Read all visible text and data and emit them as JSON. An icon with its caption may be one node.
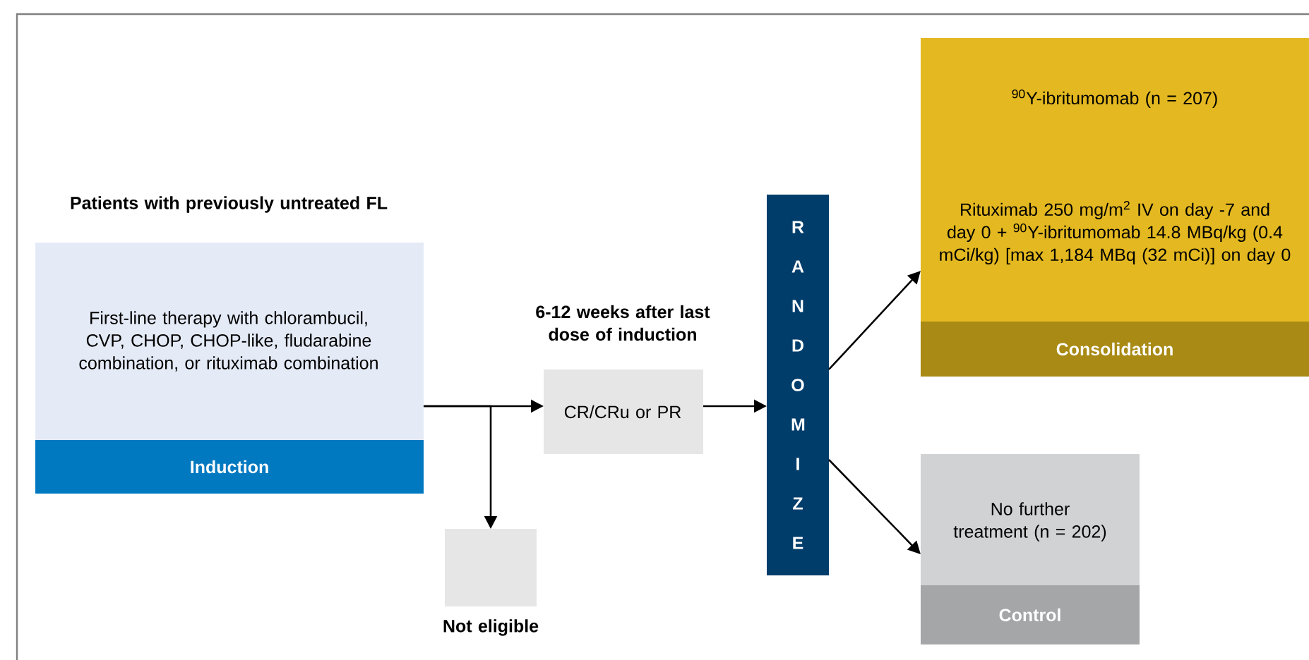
{
  "diagram": {
    "nodes": [
      {
        "text": [
          "Patients with previously untreated FL",
          "First-line therapy with chlorambucil, CVP, CHOP, CHOP-like, fludarabine combination, or rituximab combination",
          "Induction"
        ]
      },
      {
        "text": [
          "CR/CRu or PR"
        ],
        "beside": [
          "6-12 weeks after last dose of induction"
        ]
      },
      {
        "text": [
          "Not eligible"
        ]
      },
      {
        "text": [
          "R A N D O M I Z E"
        ]
      },
      {
        "text": [
          "$^{90}$Y-ibritumomab (n = 207)",
          "Rituximab 250 mg/m$^{2}$ IV on day -7 and day 0 + $^{90}$Y-ibritumomab 14.8 MBq/kg (0.4 mCi/kg) [max 1,184 MBq (32 mCi)] on day 0",
          "Consolidation"
        ]
      },
      {
        "text": [
          "No further treatment (n = 202)",
          "Control"
        ]
      }
    ],
    "edges": [
      {
        "from": 0,
        "to": 1,
        "arrow": "to"
      },
      {
        "from": 0,
        "to": 2,
        "arrow": "to"
      },
      {
        "from": 1,
        "to": 3,
        "arrow": "to"
      },
      {
        "from": 3,
        "to": 4,
        "arrow": "to"
      },
      {
        "from": 3,
        "to": 5,
        "arrow": "to"
      }
    ]
  }
}
